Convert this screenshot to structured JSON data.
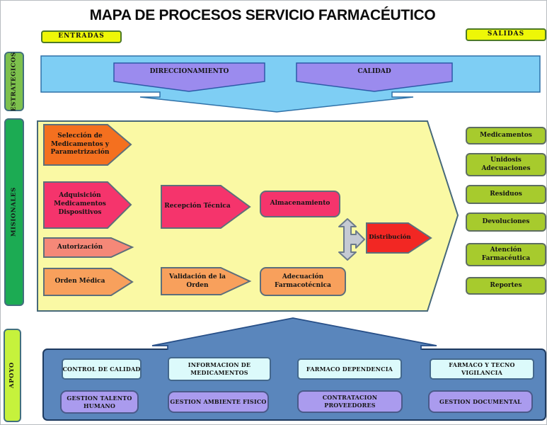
{
  "title": "MAPA DE PROCESOS SERVICIO FARMACÉUTICO",
  "io": {
    "entradas": "ENTRADAS",
    "salidas": "SALIDAS"
  },
  "lanes": {
    "estrategicos": "ESTRATEGICOS",
    "misionales": "MISIONALES",
    "apoyo": "APOYO"
  },
  "estrategicos": {
    "direccionamiento": "DIRECCIONAMIENTO",
    "calidad": "CALIDAD"
  },
  "misionales": {
    "seleccion": "Selección de\nMedicamentos y\nParametrización",
    "adquisicion": "Adquisición\nMedicamentos\nDispositivos",
    "recepcion": "Recepción Técnica",
    "almacenamiento": "Almacenamiento",
    "autorizacion": "Autorización",
    "orden_medica": "Orden Médica",
    "validacion": "Validación de la\nOrden",
    "adecuacion": "Adecuación\nFarmacotécnica",
    "distribucion": "Distribución"
  },
  "salidas_items": {
    "medicamentos": "Medicamentos",
    "unidosis": "Unidosis\nAdecuaciones",
    "residuos": "Residuos",
    "devoluciones": "Devoluciones",
    "atencion": "Atención\nFarmacéutica",
    "reportes": "Reportes"
  },
  "apoyo_items": {
    "control_calidad": "CONTROL DE CALIDAD",
    "informacion": "INFORMACION DE\nMEDICAMENTOS",
    "farmaco_dependencia": "FARMACO DEPENDENCIA",
    "farmaco_vigilancia": "FARMACO Y TECNO VIGILANCIA",
    "talento_humano": "GESTION TALENTO\nHUMANO",
    "ambiente_fisico": "GESTION AMBIENTE FISICO",
    "contratacion": "CONTRATACION PROVEEDORES",
    "documental": "GESTION DOCUMENTAL"
  },
  "colors": {
    "io_yellow": "#EEF707",
    "lane_green_light": "#7DC14D",
    "lane_green": "#1CAB53",
    "lane_chartreuse": "#C6F23C",
    "band_blue": "#7ECEF4",
    "purple": "#9B8BEE",
    "process_yellow": "#FAF9A4",
    "orange": "#F4701F",
    "pink": "#F5346C",
    "salmon": "#F58878",
    "light_orange": "#F8A05C",
    "red": "#F22723",
    "gray_arrow": "#C5CAD3",
    "support_blue": "#5A86BC",
    "cyan_box": "#DCFAFB",
    "purple_box": "#AA9BEE",
    "green_button": "#A7CB2D"
  }
}
